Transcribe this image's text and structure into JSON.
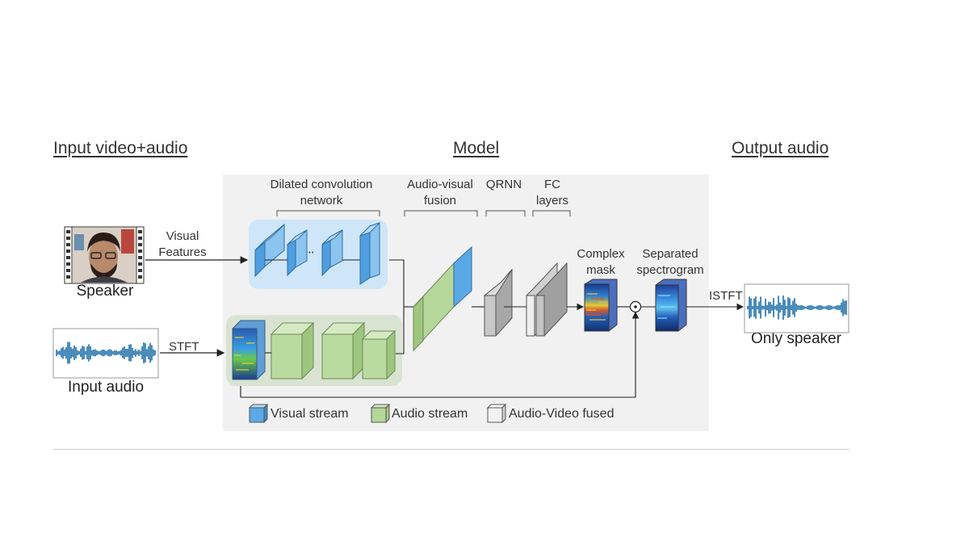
{
  "headers": {
    "input": "Input video+audio",
    "model": "Model",
    "output": "Output audio"
  },
  "stages": {
    "dilated": "Dilated convolution network",
    "dilated_line1": "Dilated convolution",
    "dilated_line2": "network",
    "fusion_line1": "Audio-visual",
    "fusion_line2": "fusion",
    "qrnn": "QRNN",
    "fc_line1": "FC",
    "fc_line2": "layers"
  },
  "labels": {
    "visual_features_line1": "Visual",
    "visual_features_line2": "Features",
    "speaker": "Speaker",
    "stft": "STFT",
    "input_audio": "Input audio",
    "complex_mask_line1": "Complex",
    "complex_mask_line2": "mask",
    "separated_line1": "Separated",
    "separated_line2": "spectrogram",
    "istft": "ISTFT",
    "only_speaker": "Only speaker",
    "ellipsis_visual": "···",
    "ellipsis_audio": "···"
  },
  "legend": [
    {
      "label": "Visual stream",
      "color": "#5aa9e6"
    },
    {
      "label": "Audio stream",
      "color": "#b5d79a"
    },
    {
      "label": "Audio-Video fused",
      "color": "#e9e9e9"
    }
  ],
  "colors": {
    "visual": "#5aa9e6",
    "audio": "#b5d79a",
    "fused": "#bdbdbd",
    "panel": "#f1f1f1"
  }
}
